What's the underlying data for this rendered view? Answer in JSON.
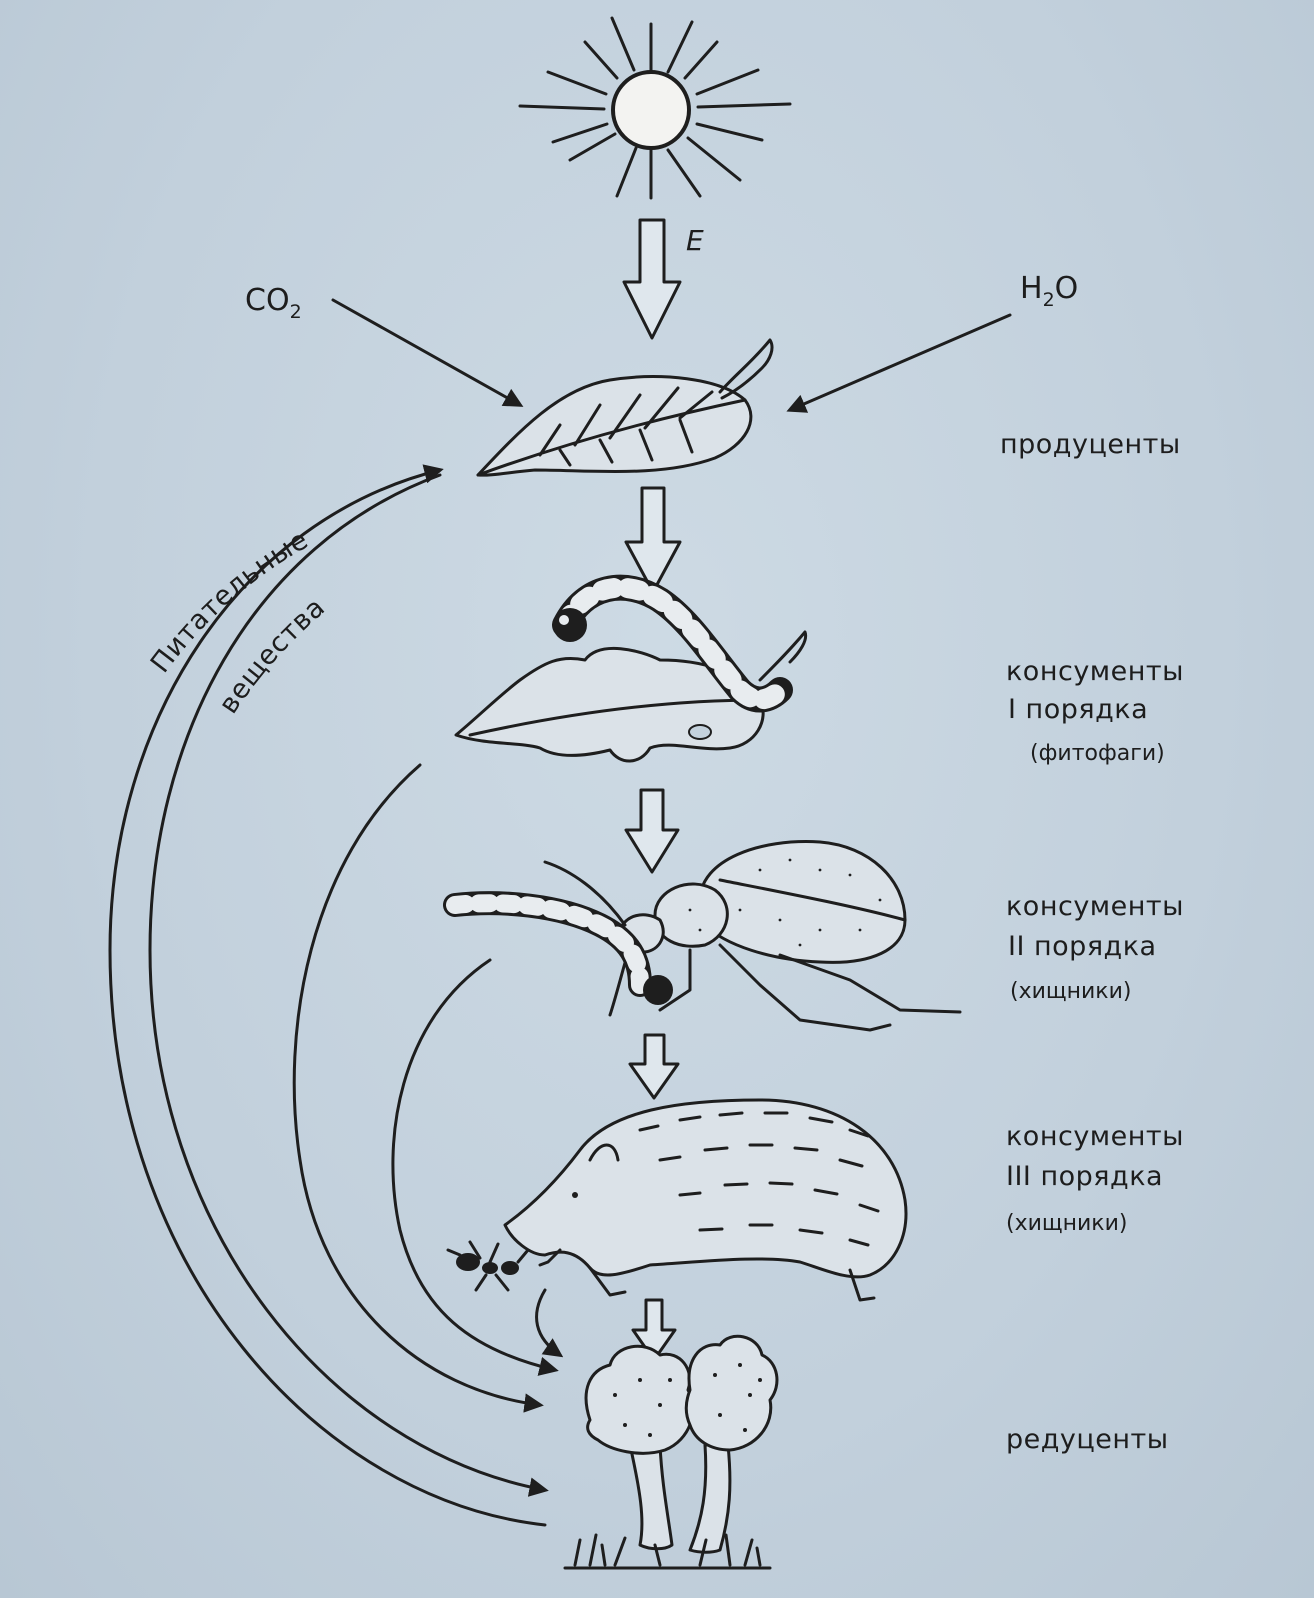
{
  "labels": {
    "energy": "E",
    "co2_main": "CO",
    "co2_sub": "2",
    "h2o_h": "H",
    "h2o_sub": "2",
    "h2o_o": "O",
    "nutrients_line1": "Питательные",
    "nutrients_line2": "вещества"
  },
  "levels": {
    "producers": {
      "title": "продуценты"
    },
    "consumers1": {
      "title": "консументы",
      "order": "I порядка",
      "note": "(фитофаги)"
    },
    "consumers2": {
      "title": "консументы",
      "order": "II порядка",
      "note": "(хищники)"
    },
    "consumers3": {
      "title": "консументы",
      "order": "III порядка",
      "note": "(хищники)"
    },
    "decomposers": {
      "title": "редуценты"
    }
  },
  "colors": {
    "background": "#c4d2dd",
    "ink": "#1e1e1e",
    "paper": "#dbe2e8"
  },
  "icons": [
    "sun-icon",
    "leaf-icon",
    "caterpillar-icon",
    "beetle-icon",
    "shrew-icon",
    "ant-icon",
    "mushroom-icon"
  ]
}
